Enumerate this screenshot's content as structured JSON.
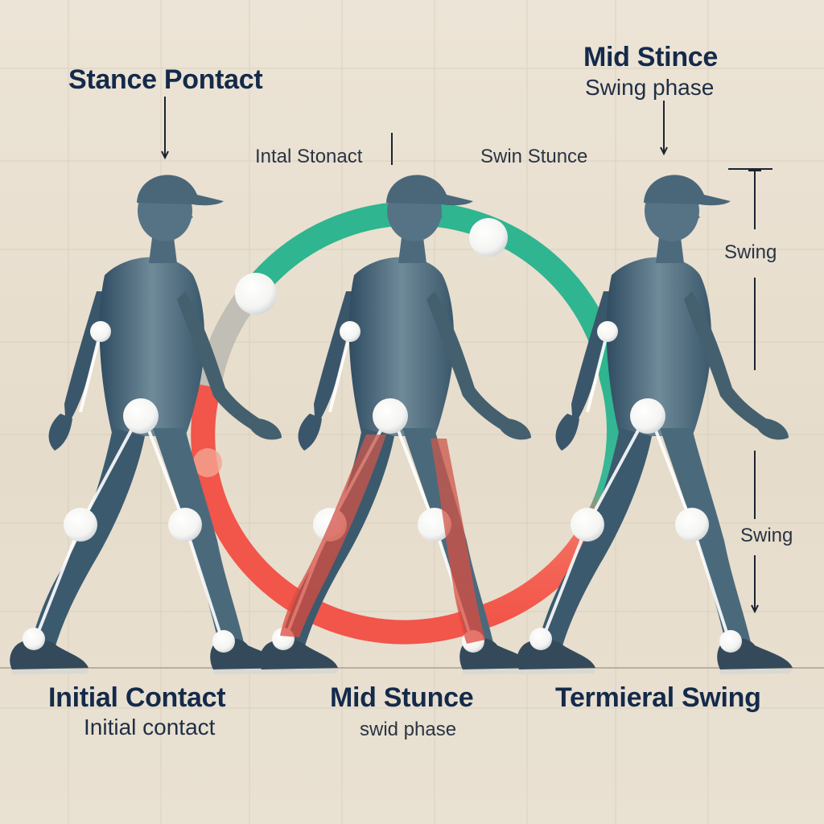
{
  "labels": {
    "stance_pontact": "Stance Pontact",
    "mid_stince": "Mid Stince",
    "swing_phase": "Swing phase",
    "intal_stonact": "Intal Stonact",
    "swin_stunce": "Swin Stunce",
    "swing_upper": "Swing",
    "swing_lower": "Swing",
    "initial_contact_big": "Initial Contact",
    "initial_contact_small": "Initial contact",
    "mid_stunce": "Mid Stunce",
    "swid_phase": "swid phase",
    "termieral_swing": "Termieral Swing"
  },
  "colors": {
    "background": "#e8dfcf",
    "figure": "#3f5f73",
    "arc_green": "#2fb58f",
    "arc_red": "#f2554a",
    "arc_gray": "#a8aaa6",
    "joint": "#ffffff",
    "label_dark": "#142a4a"
  },
  "icons": [
    "walking-figure",
    "joint-marker",
    "gait-cycle-arc",
    "arrow-down"
  ]
}
